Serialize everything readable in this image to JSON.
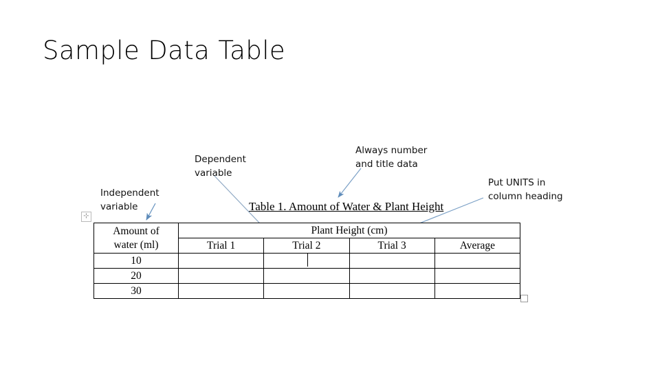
{
  "slide": {
    "title": "Sample Data Table"
  },
  "figure": {
    "caption": "Table 1. Amount of Water & Plant Height",
    "annotations": [
      {
        "id": "independent",
        "lines": [
          "Independent",
          "variable"
        ]
      },
      {
        "id": "dependent",
        "lines": [
          "Dependent",
          "variable"
        ]
      },
      {
        "id": "always",
        "lines": [
          "Always number",
          "and title data"
        ]
      },
      {
        "id": "units",
        "lines": [
          "Put UNITS in",
          "column heading"
        ]
      }
    ],
    "arrow_color": "#6a95c0",
    "handles": {
      "move_glyph": "⊹",
      "resize_label": ""
    }
  },
  "table": {
    "header": {
      "row_label_lines": [
        "Amount of",
        "water (ml)"
      ],
      "group_heading": "Plant Height (cm)",
      "columns": [
        "Trial 1",
        "Trial 2",
        "Trial 3",
        "Average"
      ]
    },
    "rows": [
      {
        "water": "10",
        "trial1": "",
        "trial2": "",
        "trial3": "",
        "average": ""
      },
      {
        "water": "20",
        "trial1": "",
        "trial2": "",
        "trial3": "",
        "average": ""
      },
      {
        "water": "30",
        "trial1": "",
        "trial2": "",
        "trial3": "",
        "average": ""
      }
    ]
  }
}
